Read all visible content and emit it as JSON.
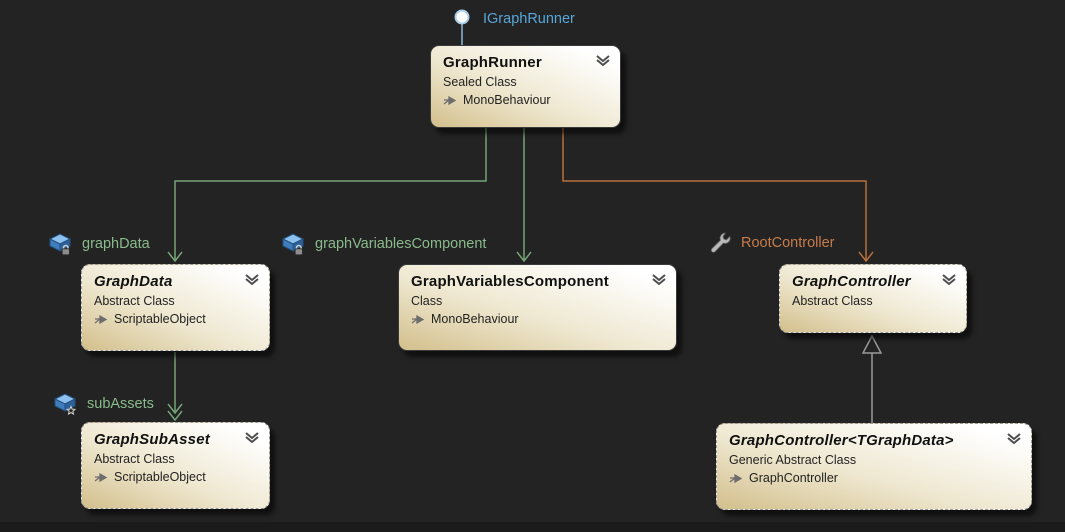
{
  "colors": {
    "background": "#232323",
    "canvas_edge": "#1b1b1b",
    "box_gradient_start": "#d3bf8c",
    "box_gradient_end": "#ffffff",
    "box_border_solid": "#3a3a3a",
    "box_border_dashed": "#9b9b9b",
    "title_text": "#111111",
    "body_text": "#222222",
    "green_label": "#8abb8c",
    "green_line": "#74a476",
    "orange_label": "#c67c49",
    "orange_line": "#b86f3d",
    "interface_blue": "#57a7da",
    "inherit_line": "#9a9a9a",
    "chevron": "#4d4d4d"
  },
  "interface_lollipop": {
    "label": "IGraphRunner",
    "attached_to": "GraphRunner"
  },
  "classes": [
    {
      "id": "graph-runner",
      "title": "GraphRunner",
      "kind": "Sealed Class",
      "base": "MonoBehaviour",
      "abstract": false
    },
    {
      "id": "graph-data",
      "title": "GraphData",
      "kind": "Abstract Class",
      "base": "ScriptableObject",
      "abstract": true
    },
    {
      "id": "graph-variables-component",
      "title": "GraphVariablesComponent",
      "kind": "Class",
      "base": "MonoBehaviour",
      "abstract": false
    },
    {
      "id": "graph-controller",
      "title": "GraphController",
      "kind": "Abstract Class",
      "base": "",
      "abstract": true
    },
    {
      "id": "graph-sub-asset",
      "title": "GraphSubAsset",
      "kind": "Abstract Class",
      "base": "ScriptableObject",
      "abstract": true
    },
    {
      "id": "graph-controller-generic",
      "title": "GraphController<TGraphData>",
      "kind": "Generic Abstract Class",
      "base": "GraphController",
      "abstract": true
    }
  ],
  "associations": [
    {
      "label": "graphData",
      "icon": "field-lock-icon",
      "line_color": "green",
      "from": "GraphRunner",
      "to": "GraphData"
    },
    {
      "label": "graphVariablesComponent",
      "icon": "field-lock-icon",
      "line_color": "green",
      "from": "GraphRunner",
      "to": "GraphVariablesComponent"
    },
    {
      "label": "RootController",
      "icon": "wrench-icon",
      "line_color": "orange",
      "from": "GraphRunner",
      "to": "GraphController"
    },
    {
      "label": "subAssets",
      "icon": "field-star-icon",
      "line_color": "green",
      "from": "GraphData",
      "to": "GraphSubAsset"
    }
  ],
  "relationships": [
    {
      "type": "inheritance",
      "from": "GraphController<TGraphData>",
      "to": "GraphController"
    }
  ]
}
